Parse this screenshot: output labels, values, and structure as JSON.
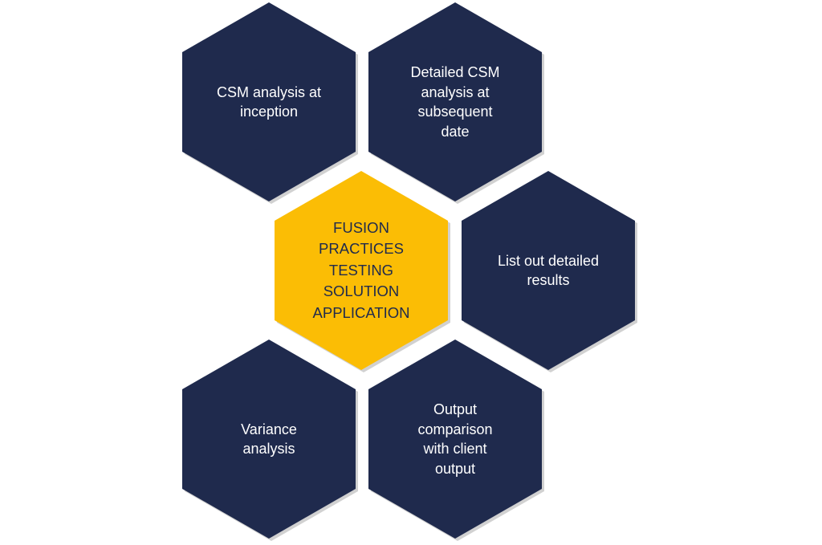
{
  "colors": {
    "hex_dark": "#1f2a4d",
    "hex_accent": "#fbbd05",
    "text_light": "#ffffff",
    "text_dark": "#1f2a4d"
  },
  "nodes": [
    {
      "id": "csm-inception",
      "label": "CSM analysis at\ninception"
    },
    {
      "id": "csm-subsequent",
      "label": "Detailed CSM\nanalysis at\nsubsequent\ndate"
    },
    {
      "id": "center",
      "label": "FUSION\nPRACTICES\nTESTING\nSOLUTION\nAPPLICATION"
    },
    {
      "id": "list-results",
      "label": "List out detailed\nresults"
    },
    {
      "id": "variance",
      "label": "Variance\nanalysis"
    },
    {
      "id": "output-comparison",
      "label": "Output\ncomparison\nwith client\noutput"
    }
  ]
}
